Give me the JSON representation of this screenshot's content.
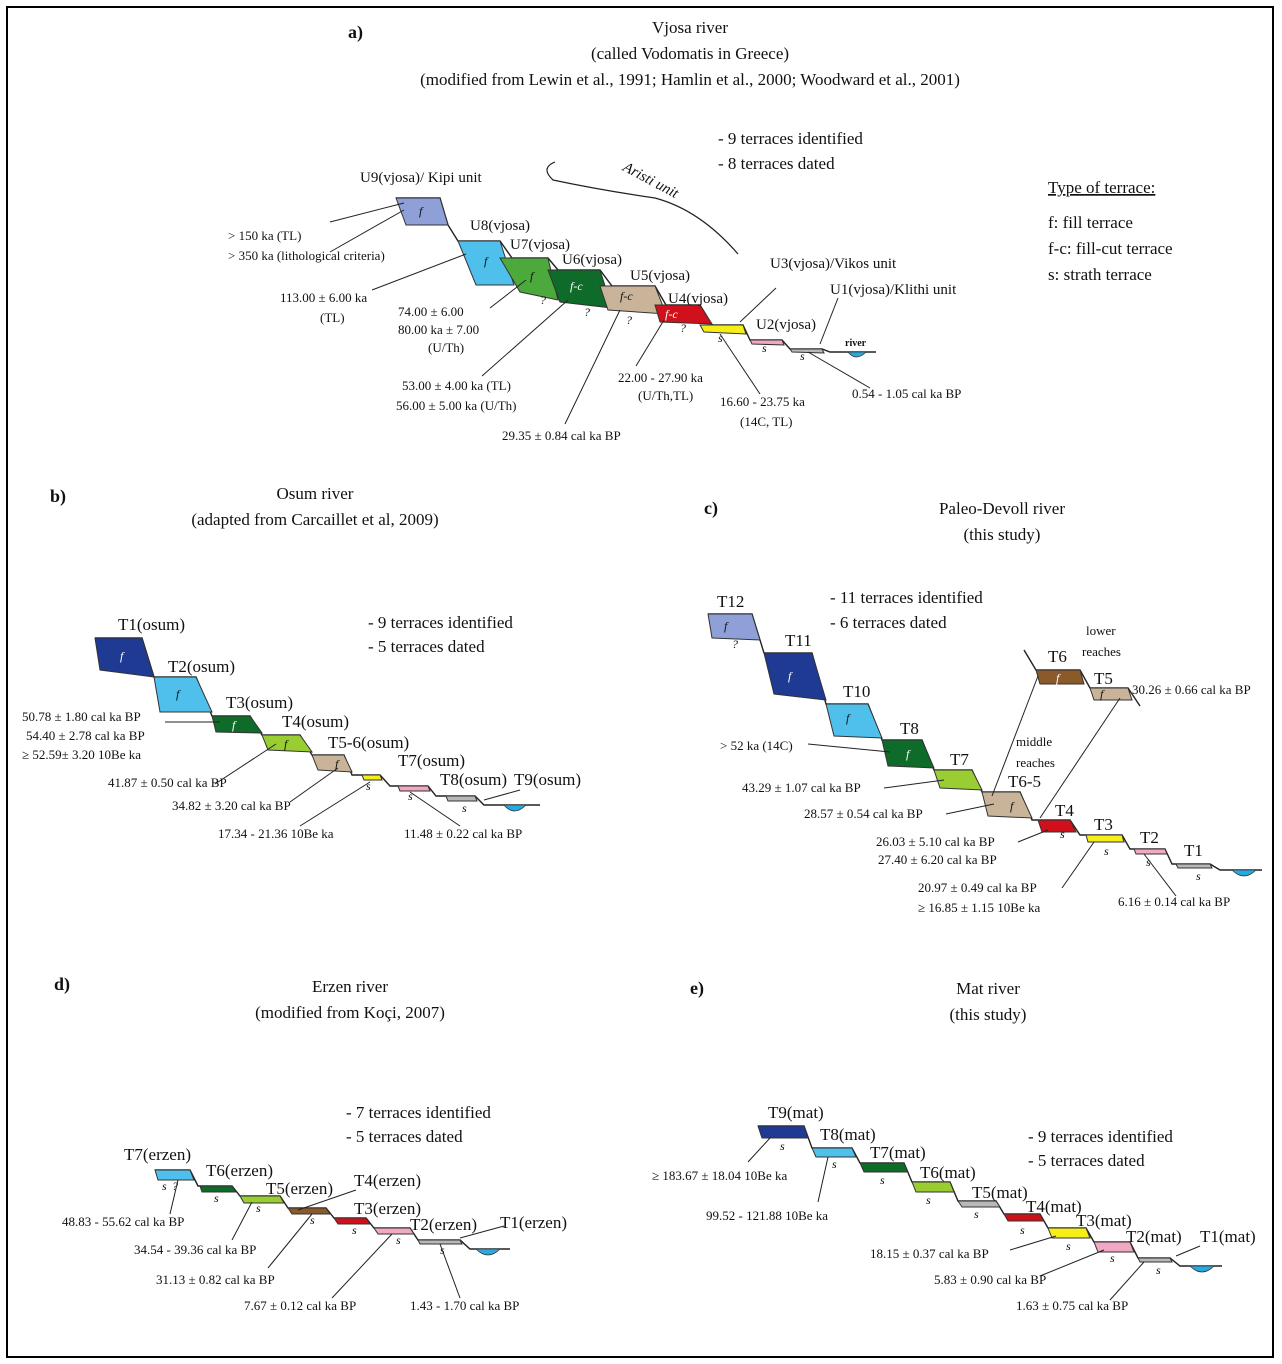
{
  "panels": {
    "a": {
      "letter": "a)",
      "title": "Vjosa river",
      "subtitle": "(called Vodomatis in Greece)",
      "source": "(modified from Lewin et al., 1991; Hamlin et al., 2000; Woodward et al., 2001)",
      "notes": [
        "- 9 terraces identified",
        "- 8 terraces dated"
      ],
      "unit_label": "Aristi unit",
      "legend": {
        "title": "Type of terrace:",
        "items": [
          "f: fill terrace",
          "f-c: fill-cut terrace",
          "s: strath terrace"
        ]
      },
      "terrace_labels": [
        "U9(vjosa)/ Kipi unit",
        "U8(vjosa)",
        "U7(vjosa)",
        "U6(vjosa)",
        "U5(vjosa)",
        "U4(vjosa)",
        "U3(vjosa)/Vikos unit",
        "U2(vjosa)",
        "U1(vjosa)/Klithi unit",
        "river"
      ],
      "ages": [
        "> 150 ka (TL)",
        "> 350 ka (lithological criteria)",
        "113.00 ± 6.00  ka",
        "(TL)",
        "74.00  ±  6.00",
        "80.00 ka ±  7.00",
        "(U/Th)",
        "53.00 ± 4.00 ka (TL)",
        "56.00 ±  5.00 ka (U/Th)",
        "29.35 ±  0.84 cal ka BP",
        "22.00 - 27.90 ka",
        "(U/Th,TL)",
        "16.60 - 23.75 ka",
        "(14C, TL)",
        "0.54 - 1.05 cal ka BP"
      ]
    },
    "b": {
      "letter": "b)",
      "title": "Osum river",
      "source": "(adapted from Carcaillet et al, 2009)",
      "notes": [
        "- 9 terraces identified",
        "- 5 terraces dated"
      ],
      "terrace_labels": [
        "T1(osum)",
        "T2(osum)",
        "T3(osum)",
        "T4(osum)",
        "T5-6(osum)",
        "T7(osum)",
        "T8(osum)",
        "T9(osum)"
      ],
      "ages": [
        "50.78 ± 1.80 cal ka BP",
        "54.40 ± 2.78 cal ka BP",
        "≥ 52.59± 3.20 10Be ka",
        "41.87 ± 0.50 cal ka BP",
        "34.82 ± 3.20 cal ka BP",
        "17.34 - 21.36 10Be ka",
        "11.48 ± 0.22 cal ka BP"
      ]
    },
    "c": {
      "letter": "c)",
      "title": "Paleo-Devoll river",
      "source": "(this study)",
      "notes": [
        "- 11 terraces identified",
        "- 6 terraces dated"
      ],
      "reach_labels": [
        "lower",
        "reaches",
        "middle",
        "reaches"
      ],
      "terrace_labels": [
        "T12",
        "T11",
        "T10",
        "T8",
        "T7",
        "T6-5",
        "T6",
        "T5",
        "T4",
        "T3",
        "T2",
        "T1"
      ],
      "ages": [
        "> 52 ka (14C)",
        "43.29 ± 1.07 cal ka BP",
        "28.57 ± 0.54 cal ka BP",
        "26.03 ± 5.10 cal ka BP",
        "27.40 ± 6.20 cal ka BP",
        "20.97 ± 0.49 cal ka BP",
        "≥ 16.85 ± 1.15 10Be ka",
        "6.16 ± 0.14 cal ka BP",
        "30.26 ± 0.66 cal ka BP"
      ]
    },
    "d": {
      "letter": "d)",
      "title": "Erzen river",
      "source": "(modified from Koçi, 2007)",
      "notes": [
        "- 7 terraces identified",
        "- 5 terraces dated"
      ],
      "terrace_labels": [
        "T7(erzen)",
        "T6(erzen)",
        "T5(erzen)",
        "T4(erzen)",
        "T3(erzen)",
        "T2(erzen)",
        "T1(erzen)"
      ],
      "ages": [
        "48.83 - 55.62 cal ka BP",
        "34.54 - 39.36 cal ka BP",
        "31.13 ± 0.82 cal ka BP",
        "7.67 ± 0.12 cal ka BP",
        "1.43 - 1.70 cal ka BP"
      ]
    },
    "e": {
      "letter": "e)",
      "title": "Mat river",
      "source": "(this study)",
      "notes": [
        "- 9 terraces identified",
        "- 5 terraces dated"
      ],
      "terrace_labels": [
        "T9(mat)",
        "T8(mat)",
        "T7(mat)",
        "T6(mat)",
        "T5(mat)",
        "T4(mat)",
        "T3(mat)",
        "T2(mat)",
        "T1(mat)"
      ],
      "ages": [
        "≥ 183.67 ± 18.04 10Be ka",
        "99.52 - 121.88 10Be ka",
        "18.15 ± 0.37 cal ka BP",
        "5.83 ± 0.90 cal ka BP",
        "1.63 ± 0.75 cal ka BP"
      ]
    }
  },
  "terrace_codes": {
    "fill": "f",
    "fill_cut": "f-c",
    "strath": "s",
    "unknown": "?"
  },
  "colors": {
    "lavender": "#8f9fd8",
    "light_blue": "#4fc0ec",
    "navy": "#1f3a93",
    "green": "#4caa3c",
    "dark_green": "#0e6b2a",
    "lime": "#9acd32",
    "tan": "#c9b49a",
    "brown": "#8a5a2b",
    "red": "#d0101a",
    "yellow": "#f6ee17",
    "pink": "#f2a7c4",
    "grey": "#b8b8b8",
    "water": "#2aa8e0"
  }
}
